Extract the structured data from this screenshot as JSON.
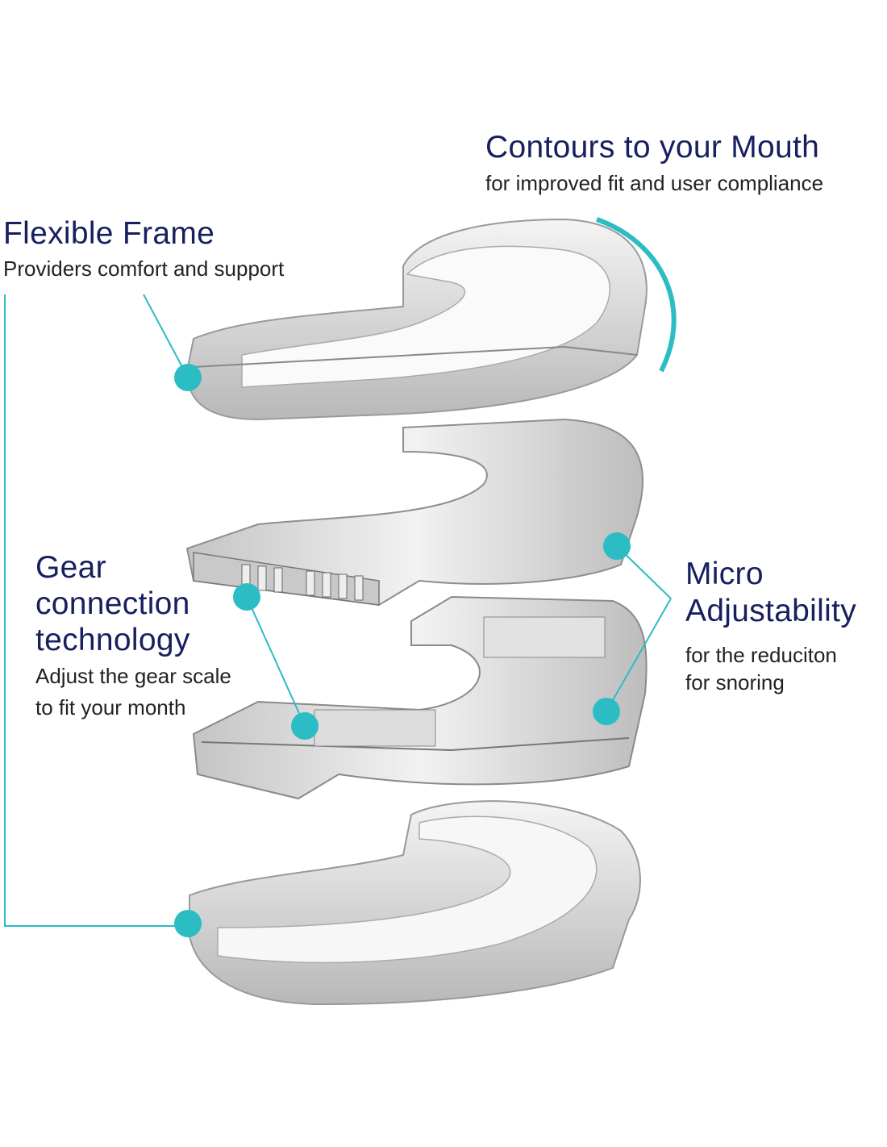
{
  "colors": {
    "heading": "#17205e",
    "accent": "#2bbcc4",
    "body_text": "#222222"
  },
  "callouts": {
    "contours": {
      "title": "Contours to your Mouth",
      "subtitle": "for improved fit and user compliance"
    },
    "flexible": {
      "title": "Flexible Frame",
      "subtitle": "Providers comfort and support"
    },
    "gear": {
      "title_lines": [
        "Gear",
        "connection",
        "technology"
      ],
      "subtitle_lines": [
        "Adjust the gear scale",
        "to fit your month"
      ]
    },
    "micro": {
      "title_lines": [
        "Micro",
        "Adjustability"
      ],
      "subtitle_lines": [
        "for the reduciton",
        "for snoring"
      ]
    }
  }
}
